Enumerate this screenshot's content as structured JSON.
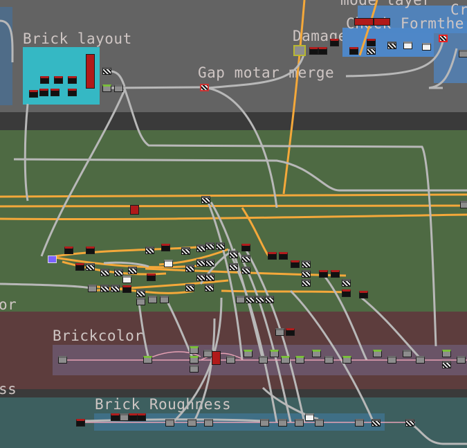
{
  "app": {
    "view": "node graph editor"
  },
  "frames": [
    {
      "id": "brick-layout",
      "title": "Brick layout",
      "color": "#35b8c4"
    },
    {
      "id": "gap-motar-merge",
      "title": "Gap motar merge",
      "color": "#5a5a5a"
    },
    {
      "id": "damage",
      "title": "Damage",
      "color": "#5a5a5a"
    },
    {
      "id": "check-formthe",
      "title": "Check Formthe",
      "color": "#4e87c8"
    },
    {
      "id": "mode-layer",
      "title": "mode  layer",
      "color": "#4e87c8"
    },
    {
      "id": "cr",
      "title": "Cr",
      "color": "#4e87c8"
    },
    {
      "id": "or-label",
      "title": "or",
      "color": "#3e6b3a"
    },
    {
      "id": "brickcolor",
      "title": "Brickcolor",
      "color": "#5e3e3e"
    },
    {
      "id": "ss-label",
      "title": "ss",
      "color": "#5e3e3e"
    },
    {
      "id": "brick-roughness",
      "title": "Brick Roughness",
      "color": "#3e6464"
    }
  ],
  "colors": {
    "band_gray": "#636363",
    "band_green": "#4e6a43",
    "band_maroon": "#5d3d3d",
    "band_teal": "#3d5f5f",
    "wire_orange": "#f4a83a",
    "wire_gray": "#b8b8b8",
    "wire_pink": "#e7a2b5"
  }
}
